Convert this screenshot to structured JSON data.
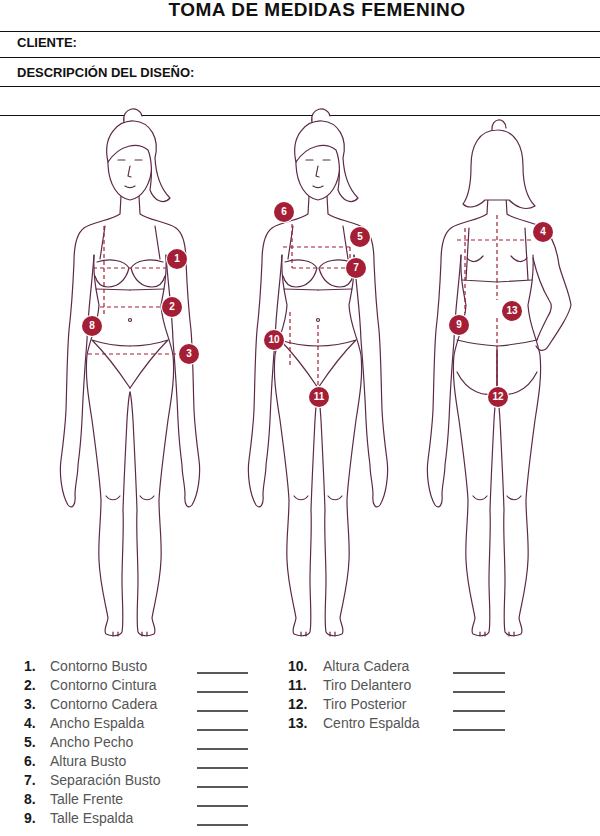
{
  "diagram": {
    "title": "TOMA DE MEDIDAS FEMENINO",
    "nodes": [
      {
        "text": [
          "1"
        ]
      },
      {
        "text": [
          "2"
        ]
      },
      {
        "text": [
          "8"
        ]
      },
      {
        "text": [
          "3"
        ]
      },
      {
        "text": [
          "6"
        ]
      },
      {
        "text": [
          "5"
        ]
      },
      {
        "text": [
          "7"
        ]
      },
      {
        "text": [
          "10"
        ]
      },
      {
        "text": [
          "11"
        ]
      },
      {
        "text": [
          "4"
        ]
      },
      {
        "text": [
          "13"
        ]
      },
      {
        "text": [
          "9"
        ]
      },
      {
        "text": [
          "12"
        ]
      }
    ],
    "labels": [
      "CLIENTE:",
      "DESCRIPCIÓN DEL DISEÑO:",
      "1.",
      "Contorno Busto",
      "2.",
      "Contorno Cintura",
      "3.",
      "Contorno Cadera",
      "4.",
      "Ancho Espalda",
      "5.",
      "Ancho Pecho",
      "6.",
      "Altura Busto",
      "7.",
      "Separación Busto",
      "8.",
      "Talle Frente",
      "9.",
      "Talle Espalda",
      "10.",
      "Altura Cadera",
      "11.",
      "Tiro Delantero",
      "12.",
      "Tiro Posterior",
      "13.",
      "Centro Espalda"
    ]
  }
}
